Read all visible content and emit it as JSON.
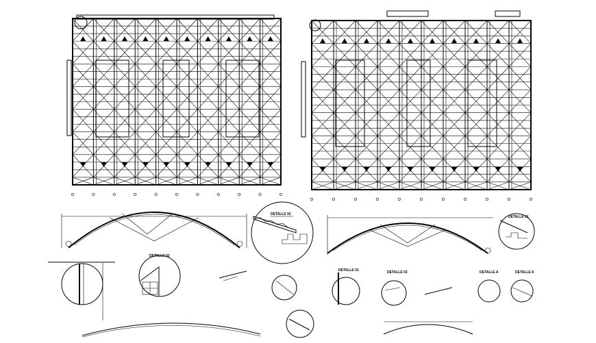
{
  "background": "#ffffff",
  "ink": "#000000",
  "plans": [
    {
      "name": "roof-plan-left",
      "bays": 10,
      "rows": 22
    },
    {
      "name": "roof-plan-right",
      "bays": 10,
      "rows": 22
    }
  ],
  "detail_labels": {
    "d1": "DETALLE 02",
    "d2": "DETALLE 01",
    "d3": "DETALLE 02",
    "d4": "DETALLE 01",
    "d5": "DETALLE 03",
    "d6": "DETALLE A",
    "d7": "DETALLE A"
  }
}
